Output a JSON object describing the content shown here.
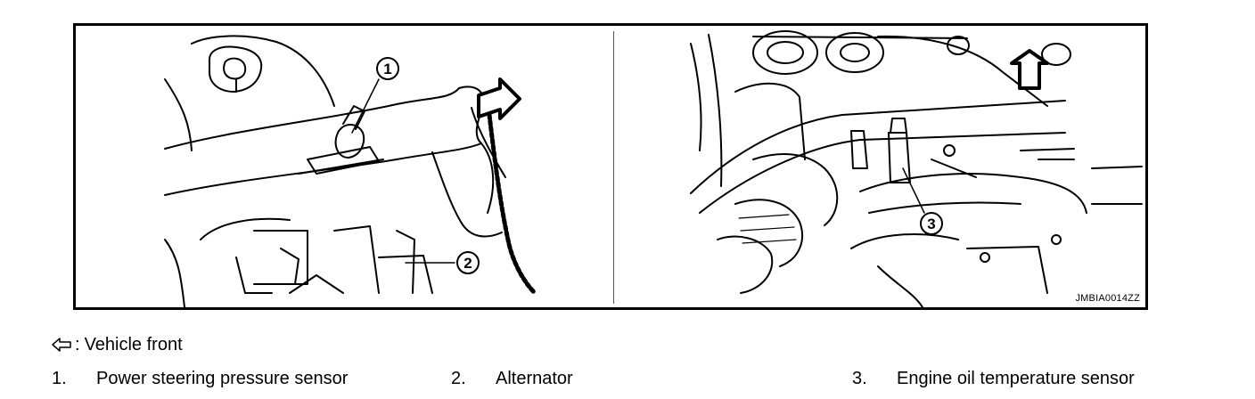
{
  "figure": {
    "code": "JMBIA0014ZZ",
    "callouts": [
      "1",
      "2",
      "3"
    ]
  },
  "legend": {
    "symbol_icon": "outline-arrow-left-icon",
    "separator": ":",
    "text": "Vehicle front"
  },
  "parts": [
    {
      "number": "1.",
      "name": "Power steering pressure sensor"
    },
    {
      "number": "2.",
      "name": "Alternator"
    },
    {
      "number": "3.",
      "name": "Engine oil temperature sensor"
    }
  ]
}
